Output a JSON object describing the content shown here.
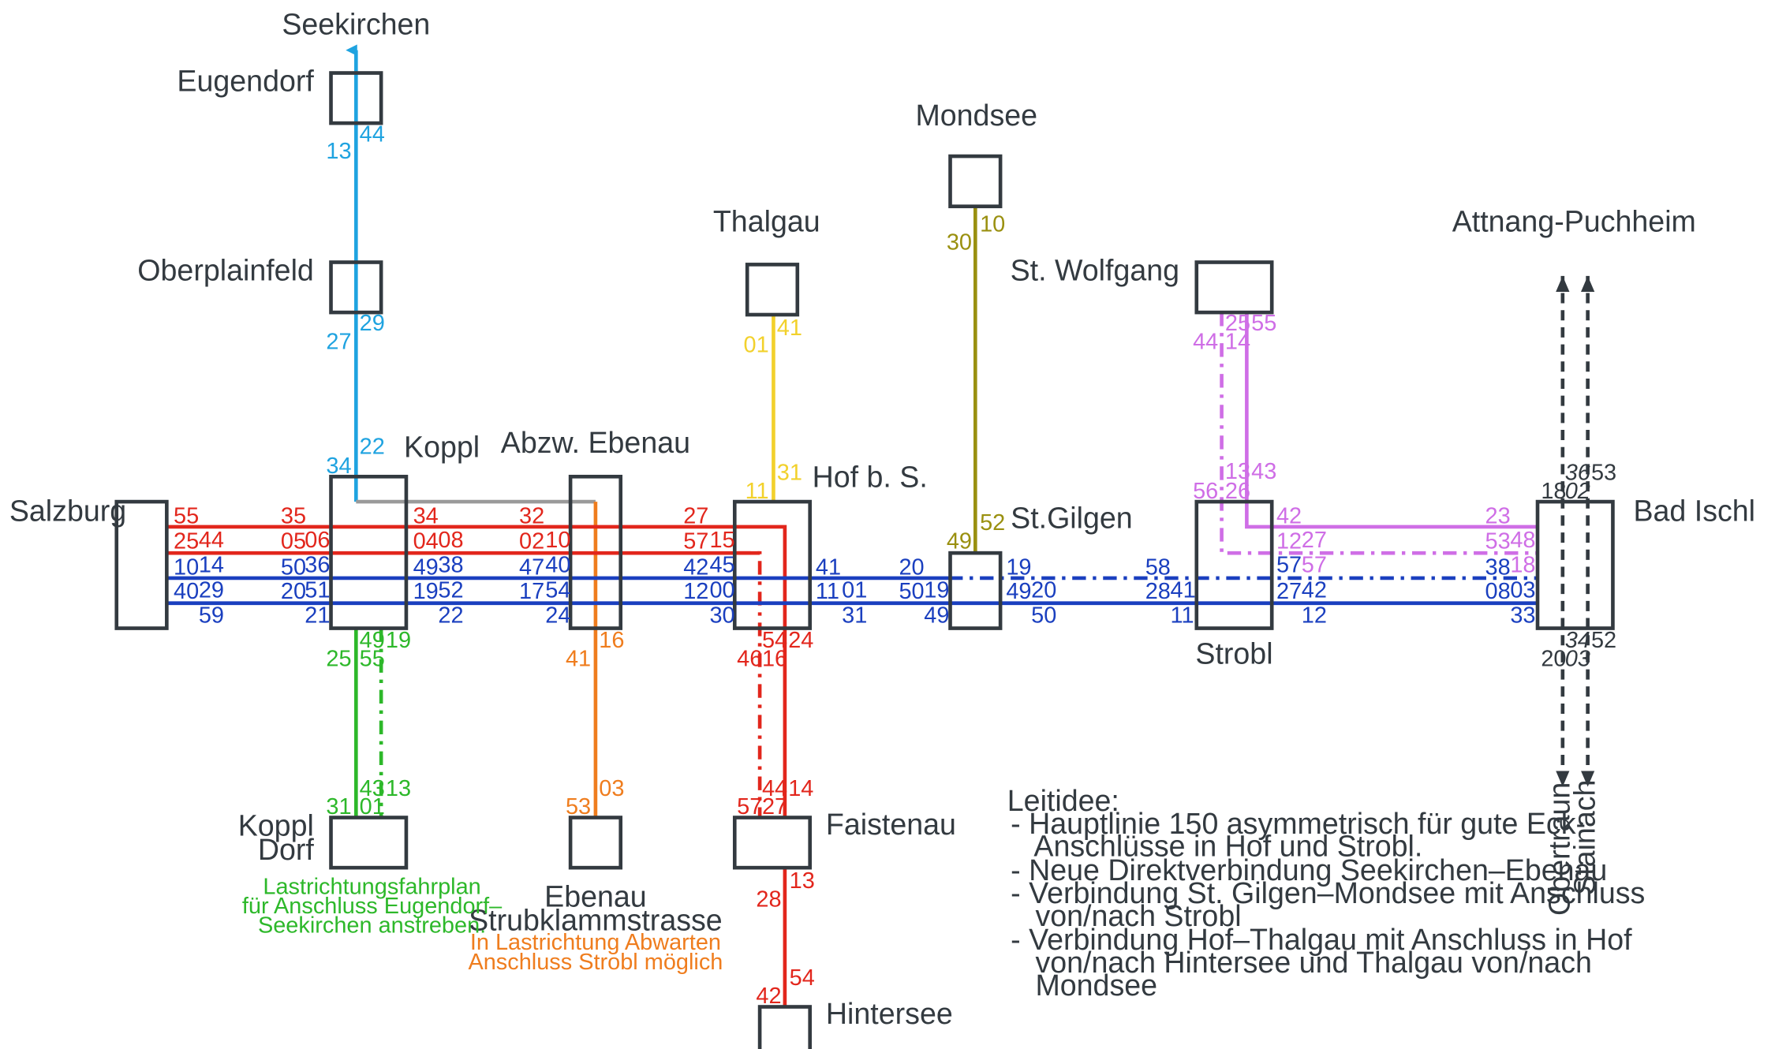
{
  "colors": {
    "red": "#e2261c",
    "blue": "#1a3fbf",
    "cyan": "#1fa3e0",
    "yellow": "#f2d12c",
    "olive": "#9a9010",
    "violet": "#cf6ee6",
    "green": "#2db82a",
    "orange": "#ef7d1e",
    "grey": "#9a9a9a",
    "dark": "#333a40"
  },
  "stations": {
    "seekirchen": "Seekirchen",
    "eugendorf": "Eugendorf",
    "oberplainfeld": "Oberplainfeld",
    "koppl": "Koppl",
    "salzburg": "Salzburg",
    "abzw_ebenau": "Abzw. Ebenau",
    "thalgau": "Thalgau",
    "hof": "Hof b. S.",
    "mondsee": "Mondsee",
    "st_gilgen": "St.Gilgen",
    "st_wolfgang": "St. Wolfgang",
    "strobl": "Strobl",
    "attnang": "Attnang-Puchheim",
    "bad_ischl": "Bad Ischl",
    "koppl_dorf_1": "Koppl",
    "koppl_dorf_2": "Dorf",
    "ebenau_1": "Ebenau",
    "ebenau_2": "Strubklammstrasse",
    "faistenau": "Faistenau",
    "hintersee": "Hintersee",
    "obertraun": "Obertraun",
    "stainach": "Stainach"
  },
  "notes": {
    "green": [
      "Lastrichtungsfahrplan",
      "für Anschluss Eugendorf–",
      "Seekirchen anstreben."
    ],
    "orange": [
      "In Lastrichtung Abwarten",
      "Anschluss Strobl möglich"
    ]
  },
  "legend": {
    "title": "Leitidee:",
    "items": [
      "- Hauptlinie 150 asymmetrisch für gute Eck-",
      "   Anschlüsse in Hof und Strobl.",
      "- Neue Direktverbindung Seekirchen–Ebenau",
      "- Verbindung St. Gilgen–Mondsee mit Anschluss",
      "   von/nach Strobl",
      "- Verbindung Hof–Thalgau mit Anschluss in Hof",
      "   von/nach Hintersee und Thalgau von/nach",
      "   Mondsee"
    ]
  },
  "minutes": {
    "cyan": [
      "13",
      "44",
      "27",
      "29",
      "34",
      "22"
    ],
    "red_top": [
      "55",
      "35",
      "34",
      "32",
      "27"
    ],
    "red_row1": [
      "25",
      "44",
      "05",
      "06",
      "04",
      "08",
      "02",
      "10",
      "57",
      "15"
    ],
    "blue_row1": [
      "10",
      "14",
      "50",
      "36",
      "49",
      "38",
      "47",
      "40",
      "42",
      "45",
      "41",
      "20",
      "19",
      "58",
      "57",
      "38",
      "18"
    ],
    "blue_row2": [
      "40",
      "29",
      "20",
      "51",
      "19",
      "52",
      "17",
      "54",
      "12",
      "00",
      "11",
      "01",
      "50",
      "19",
      "49",
      "20",
      "28",
      "41",
      "27",
      "42",
      "08",
      "03"
    ],
    "blue_bottom": [
      "59",
      "21",
      "22",
      "24",
      "30",
      "31",
      "49",
      "50",
      "11",
      "12",
      "33"
    ],
    "yellow": [
      "01",
      "41",
      "11",
      "31"
    ],
    "olive": [
      "30",
      "10",
      "49",
      "52"
    ],
    "violet": [
      "44",
      "14",
      "25",
      "55",
      "56",
      "26",
      "13",
      "43",
      "42",
      "23",
      "12",
      "27",
      "53",
      "48",
      "57"
    ],
    "green": [
      "25",
      "55",
      "49",
      "19",
      "31",
      "01",
      "43",
      "13"
    ],
    "orange": [
      "41",
      "16",
      "53",
      "03"
    ],
    "red_south": [
      "46",
      "16",
      "54",
      "24",
      "57",
      "27",
      "44",
      "14",
      "28",
      "13",
      "42",
      "54"
    ],
    "ischl_top": [
      "18",
      "02",
      "36",
      "53"
    ],
    "ischl_bottom": [
      "20",
      "03",
      "34",
      "52"
    ]
  }
}
